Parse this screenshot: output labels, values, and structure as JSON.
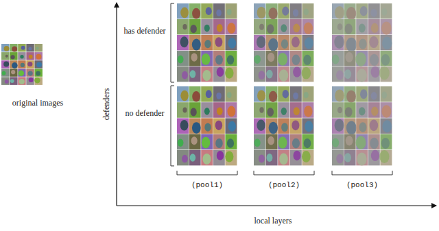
{
  "diagram": {
    "labels": [
      "original images",
      "has defender",
      "no defender",
      "defenders",
      "(pool1)",
      "(pool2)",
      "(pool3)",
      "local layers"
    ]
  }
}
